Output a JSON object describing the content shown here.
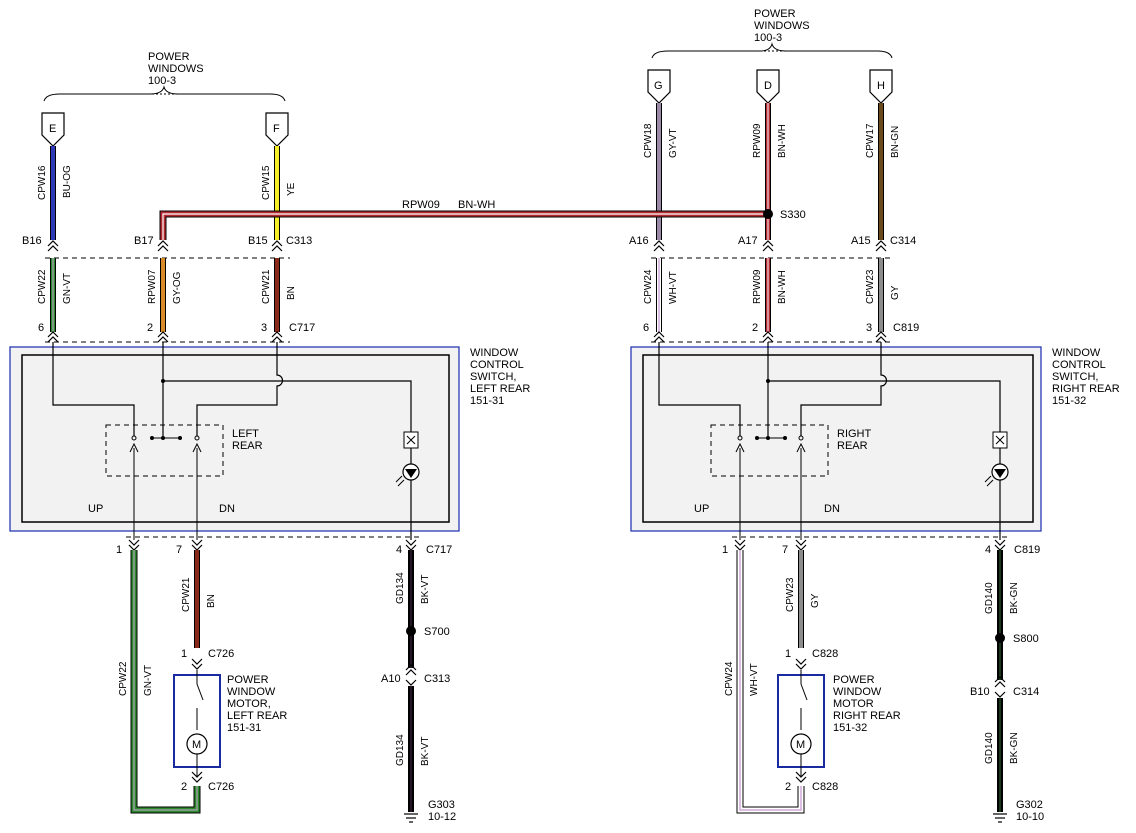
{
  "power_windows_left": {
    "title_l1": "POWER",
    "title_l2": "WINDOWS",
    "page": "100-3"
  },
  "power_windows_right": {
    "title_l1": "POWER",
    "title_l2": "WINDOWS",
    "page": "100-3"
  },
  "pin_letters": [
    "E",
    "F",
    "G",
    "D",
    "H"
  ],
  "wire_labels": {
    "cpw16": "CPW16",
    "bu_og": "BU-OG",
    "cpw15": "CPW15",
    "ye": "YE",
    "cpw18": "CPW18",
    "gy_vt": "GY-VT",
    "rpw09": "RPW09",
    "bn_wh": "BN-WH",
    "cpw17": "CPW17",
    "bn_gn": "BN-GN",
    "cpw22": "CPW22",
    "gn_vt": "GN-VT",
    "rpw07": "RPW07",
    "gy_og": "GY-OG",
    "cpw21": "CPW21",
    "bn": "BN",
    "cpw24": "CPW24",
    "wh_vt": "WH-VT",
    "cpw23": "CPW23",
    "gy": "GY",
    "gd134": "GD134",
    "bk_vt": "BK-VT",
    "gd140": "GD140",
    "bk_gn": "BK-GN",
    "horiz_rpw09": "RPW09",
    "horiz_bn_wh": "BN-WH"
  },
  "terminals": {
    "b16": "B16",
    "b17": "B17",
    "b15": "B15",
    "c313": "C313",
    "a16": "A16",
    "a17": "A17",
    "a15": "A15",
    "c314": "C314",
    "s330": "S330",
    "p6": "6",
    "p2": "2",
    "p3": "3",
    "p1": "1",
    "p7": "7",
    "p4": "4",
    "c717": "C717",
    "c819": "C819",
    "c726": "C726",
    "c828": "C828",
    "s700": "S700",
    "s800": "S800",
    "a10": "A10",
    "b10": "B10",
    "g303": "G303",
    "g303_page": "10-12",
    "g302": "G302",
    "g302_page": "10-10"
  },
  "left_switch": {
    "l1": "WINDOW",
    "l2": "CONTROL",
    "l3": "SWITCH,",
    "l4": "LEFT REAR",
    "page": "151-31",
    "pos1": "LEFT",
    "pos2": "REAR",
    "up": "UP",
    "dn": "DN"
  },
  "right_switch": {
    "l1": "WINDOW",
    "l2": "CONTROL",
    "l3": "SWITCH,",
    "l4": "RIGHT REAR",
    "page": "151-32",
    "pos1": "RIGHT",
    "pos2": "REAR",
    "up": "UP",
    "dn": "DN"
  },
  "left_motor": {
    "l1": "POWER",
    "l2": "WINDOW",
    "l3": "MOTOR,",
    "l4": "LEFT REAR",
    "page": "151-31",
    "symbol": "M"
  },
  "right_motor": {
    "l1": "POWER",
    "l2": "WINDOW",
    "l3": "MOTOR",
    "l4": "RIGHT REAR",
    "page": "151-32",
    "symbol": "M"
  },
  "colors": {
    "blue": "#2e3ab8",
    "yellow": "#f5ef2a",
    "red": "#c0202a",
    "orange": "#d98b2a",
    "brown": "#8a2a1c",
    "green": "#2e8a2e",
    "gray": "#8c8c8c",
    "violet": "#cfa8d8",
    "dark_olive": "#4a4a20",
    "black": "#000000"
  }
}
